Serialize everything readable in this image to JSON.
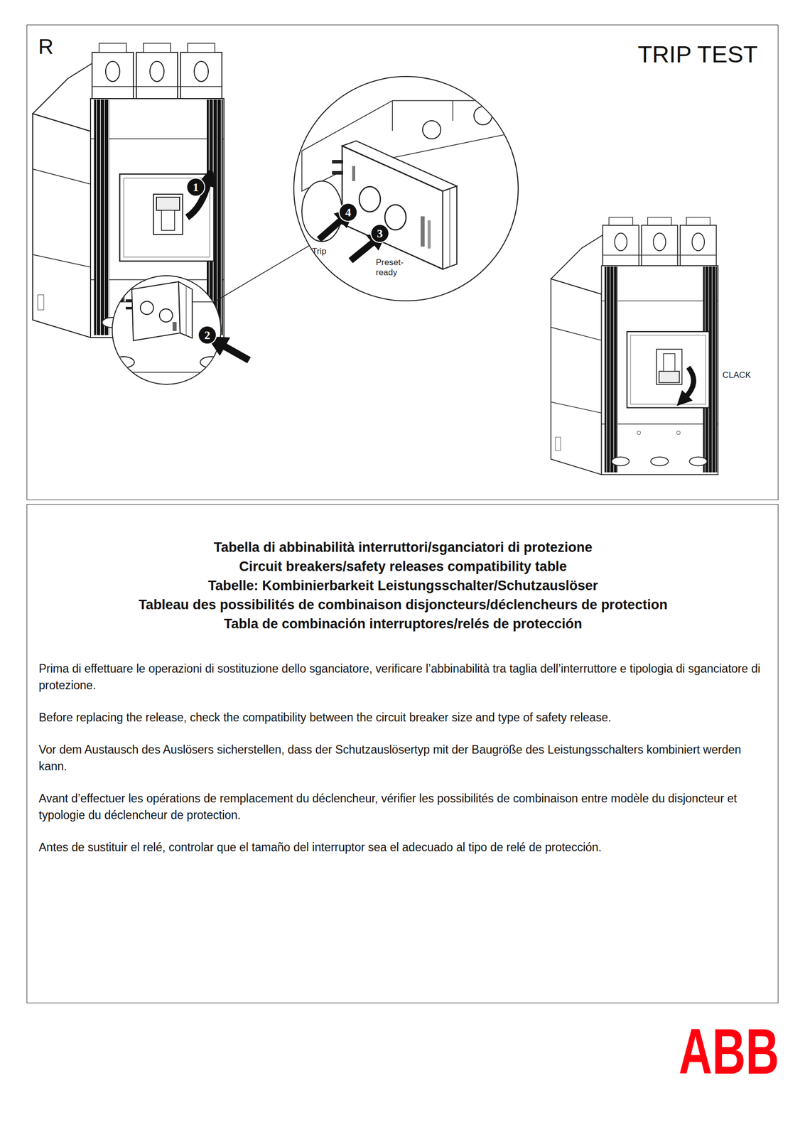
{
  "diagram": {
    "nodes": [
      {
        "text": [
          "R",
          "TRIP TEST"
        ]
      },
      {
        "text": [
          "Tabella di abbinabilità interruttori/sganciatori di protezione",
          "Circuit breakers/safety releases compatibility table",
          "Tabelle: Kombinierbarkeit Leistungsschalter/Schutzauslöser",
          "Tableau des possibilités de combinaison disjoncteurs/déclencheurs de protection",
          "Tabla de combinación interruptores/relés de protección",
          "Prima di effettuare le operazioni di sostituzione dello sganciatore, verificare l’abbinabilità tra taglia dell’interruttore e tipologia di sganciatore di protezione.",
          "Before replacing the release, check the compatibility between the circuit breaker size and type of safety release.",
          "Vor dem Austausch des Auslösers sicherstellen, dass der Schutzauslösertyp mit der Baugröße des Leistungsschalters kombiniert werden kann.",
          "Avant d’effectuer les opérations de remplacement du déclencheur, vérifier les possibilités de combinaison entre modèle du disjoncteur et typologie du déclencheur de protection.",
          "Antes de sustituir el relé, controlar que el tamaño del interruptor sea el adecuado al tipo de relé de protección."
        ]
      }
    ],
    "labels": [
      "1",
      "2",
      "3",
      "4",
      "Trip",
      "Preset- ready",
      "CLACK",
      "ABB"
    ]
  }
}
